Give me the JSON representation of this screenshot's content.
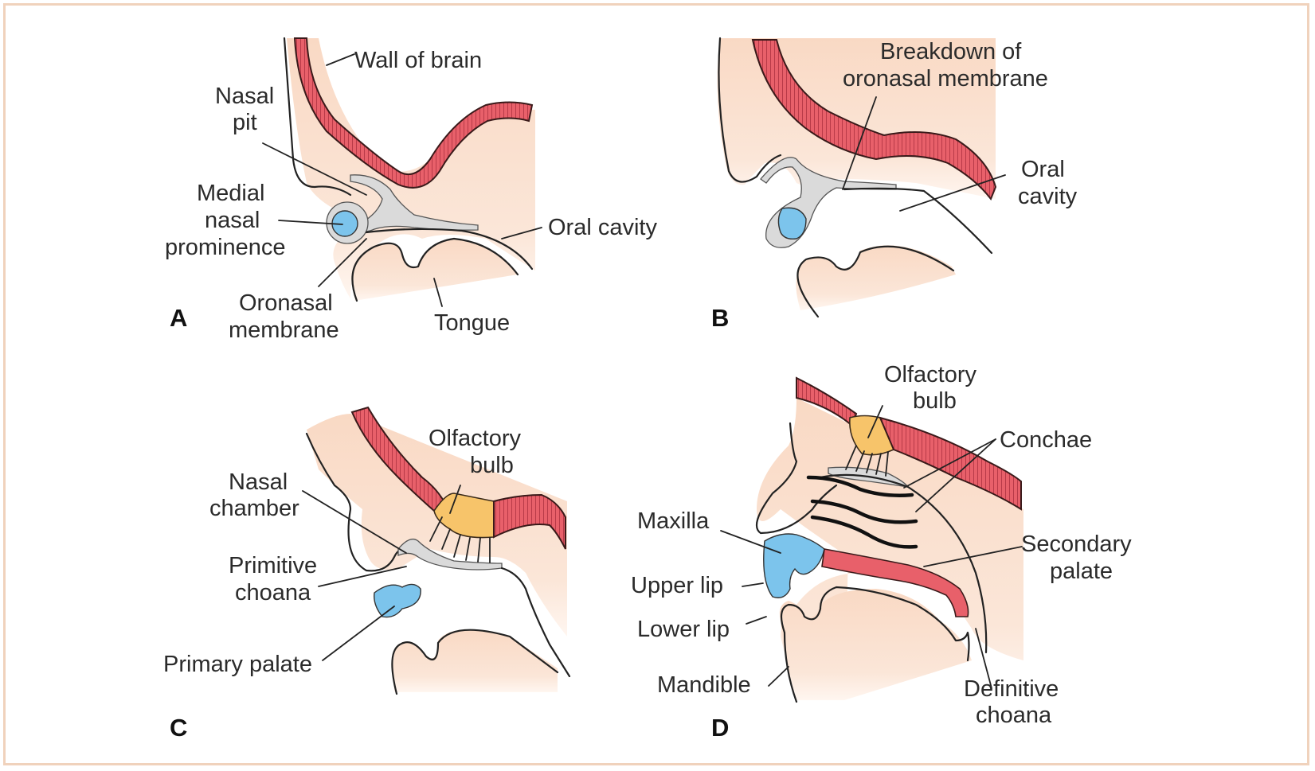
{
  "figure": {
    "title": "Development of the nasal cavities",
    "colors": {
      "brain_wall": "#e8606a",
      "olfactory_bulb": "#f7c46a",
      "maxilla_prominence": "#7cc4ec",
      "mesenchyme": "#fbe3d3",
      "epithelium": "#dadada",
      "border": "#f0d2bc"
    },
    "panels": [
      {
        "letter": "A",
        "labels": {
          "wall_of_brain": "Wall of brain",
          "nasal_pit_1": "Nasal",
          "nasal_pit_2": "pit",
          "medial_1": "Medial",
          "medial_2": "nasal",
          "medial_3": "prominence",
          "oral_cavity": "Oral cavity",
          "oronasal_1": "Oronasal",
          "oronasal_2": "membrane",
          "tongue": "Tongue"
        }
      },
      {
        "letter": "B",
        "labels": {
          "breakdown_1": "Breakdown of",
          "breakdown_2": "oronasal membrane",
          "oral_1": "Oral",
          "oral_2": "cavity"
        }
      },
      {
        "letter": "C",
        "labels": {
          "olfactory_1": "Olfactory",
          "olfactory_2": "bulb",
          "nasal_chamber_1": "Nasal",
          "nasal_chamber_2": "chamber",
          "primitive_1": "Primitive",
          "primitive_2": "choana",
          "primary_palate": "Primary palate"
        }
      },
      {
        "letter": "D",
        "labels": {
          "olfactory_1": "Olfactory",
          "olfactory_2": "bulb",
          "conchae": "Conchae",
          "maxilla": "Maxilla",
          "secondary_1": "Secondary",
          "secondary_2": "palate",
          "upper_lip": "Upper lip",
          "lower_lip": "Lower lip",
          "mandible": "Mandible",
          "definitive_1": "Definitive",
          "definitive_2": "choana"
        }
      }
    ]
  }
}
